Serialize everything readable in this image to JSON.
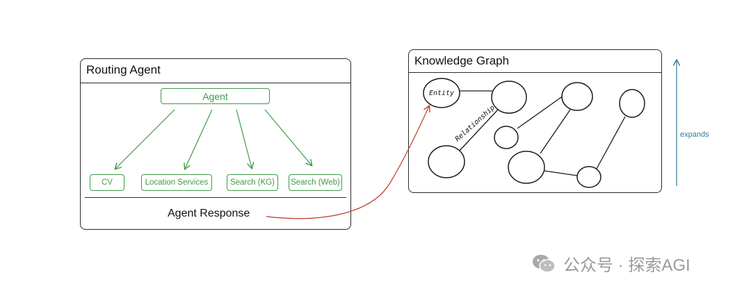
{
  "routing_agent": {
    "title": "Routing Agent",
    "agent_label": "Agent",
    "tools": [
      "CV",
      "Location Services",
      "Search (KG)",
      "Search (Web)"
    ],
    "response_label": "Agent Response"
  },
  "knowledge_graph": {
    "title": "Knowledge Graph",
    "entity_label": "Entity",
    "relationship_label": "Relationship"
  },
  "expands_label": "expands",
  "watermark": {
    "text": "公众号 · 探索AGI",
    "icon": "wechat-icon"
  },
  "colors": {
    "agent_green": "#3f9a45",
    "response_arrow_red": "#c0392b",
    "expands_blue": "#2e7d99",
    "outline": "#2a2a2a",
    "watermark_gray": "#9a9a9a"
  }
}
